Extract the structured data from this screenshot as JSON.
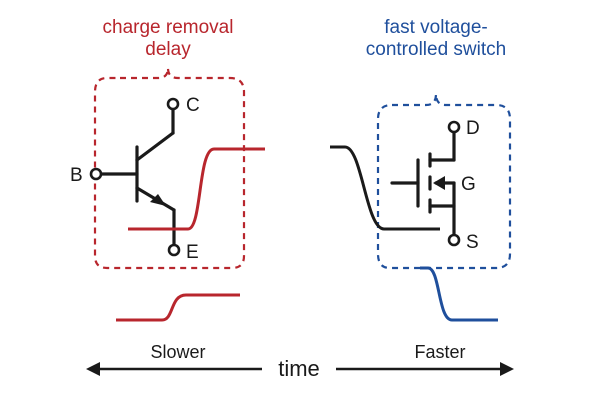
{
  "labels": {
    "bjt_caption_line1": "charge removal",
    "bjt_caption_line2": "delay",
    "mosfet_caption_line1": "fast voltage-",
    "mosfet_caption_line2": "controlled switch",
    "bjt_collector": "C",
    "bjt_base": "B",
    "bjt_emitter": "E",
    "mos_drain": "D",
    "mos_gate": "G",
    "mos_source": "S",
    "slower": "Slower",
    "faster": "Faster",
    "time": "time"
  },
  "colors": {
    "bjt_red": "#b8262d",
    "mosfet_blue": "#1f4f9c",
    "ink": "#1a1a1a",
    "background": "#ffffff"
  }
}
